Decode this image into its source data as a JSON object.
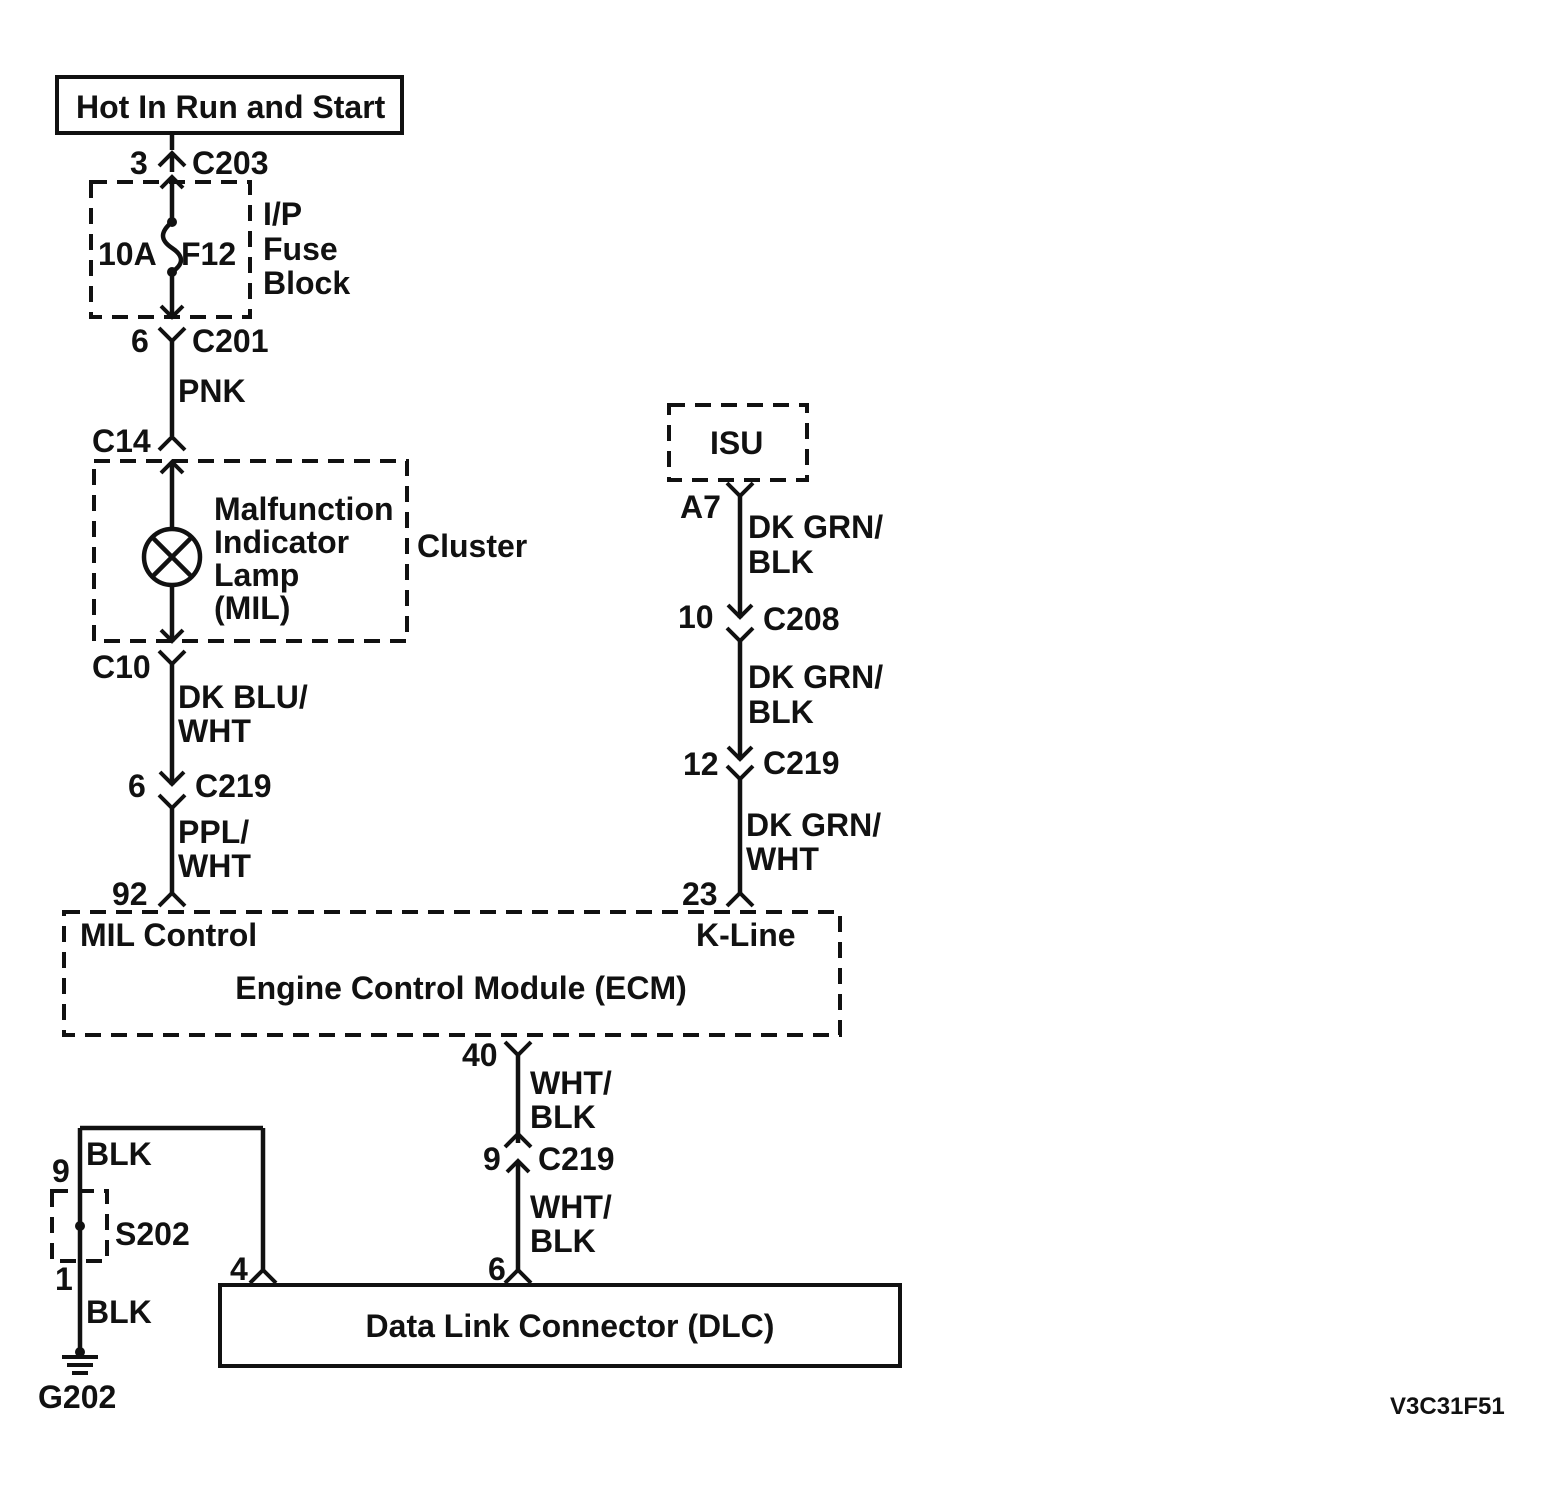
{
  "power_source": "Hot In Run and Start",
  "fuse_block": {
    "name_line1": "I/P",
    "name_line2": "Fuse",
    "name_line3": "Block",
    "rating": "10A",
    "fuse_id": "F12"
  },
  "connectors": {
    "c203_pin": "3",
    "c203": "C203",
    "c201_pin": "6",
    "c201": "C201",
    "c14": "C14",
    "c10": "C10",
    "c219_left_pin": "6",
    "c219_left": "C219",
    "ecm_pin_92": "92",
    "isu_pin": "A7",
    "c208_pin": "10",
    "c208": "C208",
    "c219_right_pin": "12",
    "c219_right": "C219",
    "ecm_pin_23": "23",
    "ecm_pin_40": "40",
    "c219_lower_pin": "9",
    "c219_lower": "C219",
    "dlc_pin_6": "6",
    "dlc_pin_4": "4",
    "s202_pin_9": "9",
    "s202_pin_1": "1"
  },
  "wires": {
    "pnk": "PNK",
    "dk_blu_wht_1": "DK BLU/",
    "dk_blu_wht_2": "WHT",
    "ppl_wht_1": "PPL/",
    "ppl_wht_2": "WHT",
    "dk_grn_blk_a1": "DK GRN/",
    "dk_grn_blk_a2": "BLK",
    "dk_grn_blk_b1": "DK GRN/",
    "dk_grn_blk_b2": "BLK",
    "dk_grn_wht_1": "DK GRN/",
    "dk_grn_wht_2": "WHT",
    "wht_blk_a1": "WHT/",
    "wht_blk_a2": "BLK",
    "wht_blk_b1": "WHT/",
    "wht_blk_b2": "BLK",
    "blk_top": "BLK",
    "blk_bottom": "BLK"
  },
  "cluster": {
    "name": "Cluster",
    "lamp_line1": "Malfunction",
    "lamp_line2": "Indicator",
    "lamp_line3": "Lamp",
    "lamp_line4": "(MIL)"
  },
  "isu": "ISU",
  "ecm": {
    "name": "Engine Control Module (ECM)",
    "mil_control": "MIL Control",
    "k_line": "K-Line"
  },
  "dlc": "Data Link Connector (DLC)",
  "splice": "S202",
  "ground": "G202",
  "figure_id": "V3C31F51"
}
